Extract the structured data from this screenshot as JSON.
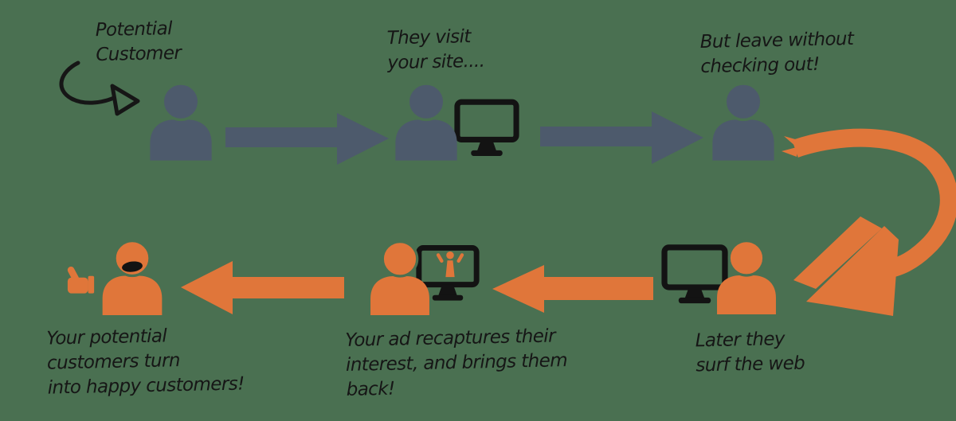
{
  "colors": {
    "bg": "#4a7051",
    "slate": "#4d5a6c",
    "orange": "#e0763a",
    "ink": "#161616",
    "monitor": "#131313"
  },
  "captions": {
    "potential_customer": "Potential\nCustomer",
    "visit_site": "They visit\nyour site....",
    "leave_without_checkout": "But leave without\nchecking out!",
    "surf_web": "Later they\nsurf the web",
    "ad_recaptures": "Your ad recaptures their\ninterest, and brings them\nback!",
    "happy_customers": "Your potential\ncustomers turn\ninto happy customers!"
  },
  "icons": {
    "doodle_arrow": "hand-drawn curved arrow pointing at person",
    "person": "person silhouette",
    "monitor": "computer monitor",
    "flow_arrow_right": "block arrow pointing right",
    "flow_arrow_left": "block arrow pointing left",
    "swoosh_arrow": "orange brush swoosh arrow curving to next row",
    "ad_figure": "cheering person shown in on-screen ad",
    "thumbs_up": "thumbs-up hand",
    "smile": "open happy mouth"
  }
}
